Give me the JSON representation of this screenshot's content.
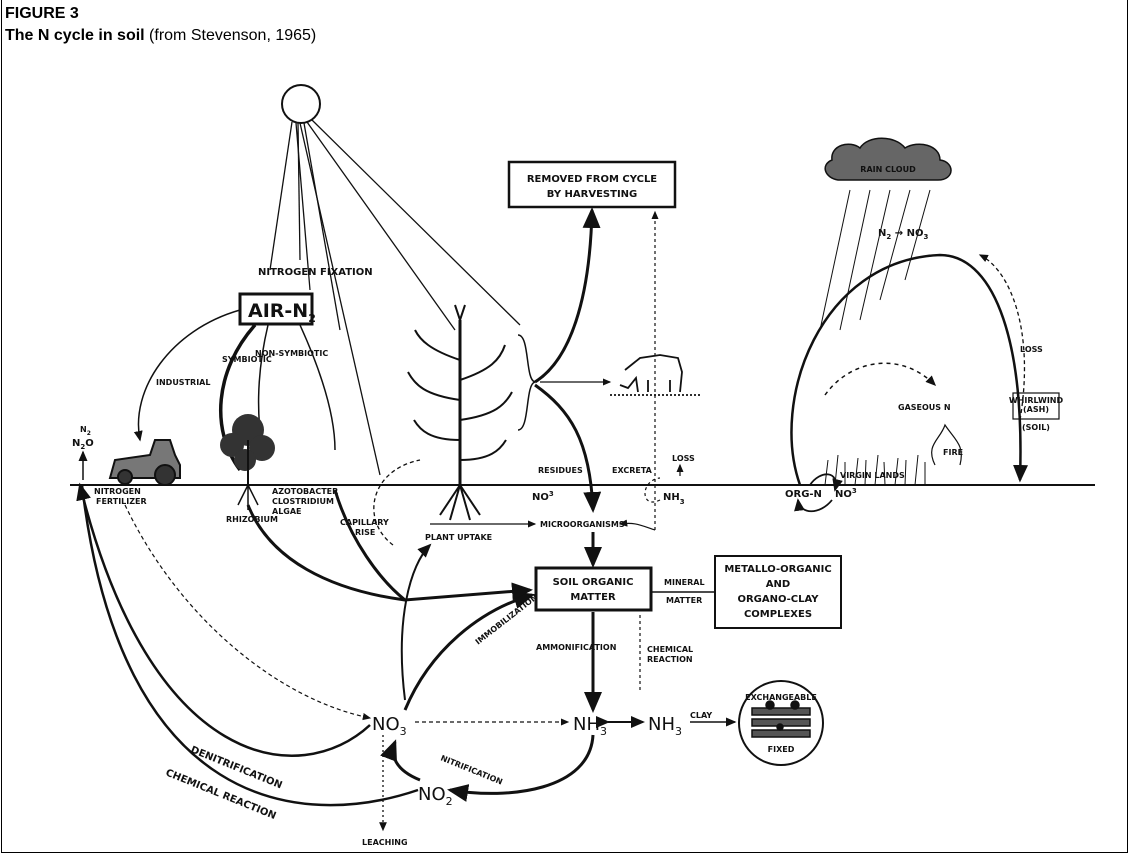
{
  "figure": {
    "label": "FIGURE 3",
    "title_bold": "The N cycle in soil",
    "title_rest": " (from Stevenson, 1965)"
  },
  "labels": {
    "nitrogen_fixation": "NITROGEN FIXATION",
    "air_n2": "AIR-N",
    "air_n2_sub": "2",
    "industrial": "INDUSTRIAL",
    "symbiotic": "SYMBIOTIC",
    "non_symbiotic": "NON-SYMBIOTIC",
    "n2": "N",
    "n2_sub": "2",
    "n2o": "N",
    "n2o_sub": "2",
    "n2o_tail": "O",
    "nitrogen_fertilizer_1": "NITROGEN",
    "nitrogen_fertilizer_2": "FERTILIZER",
    "rhizobium": "RHIZOBIUM",
    "azotobacter": "AZOTOBACTER",
    "clostridium": "CLOSTRIDIUM",
    "algae": "ALGAE",
    "capillary_1": "CAPILLARY",
    "capillary_2": "RISE",
    "plant_uptake": "PLANT UPTAKE",
    "removed_1": "REMOVED FROM CYCLE",
    "removed_2": "BY HARVESTING",
    "residues": "RESIDUES",
    "excreta": "EXCRETA",
    "loss": "LOSS",
    "no3_small": "NO",
    "no3_small_sub": "3",
    "nh3_small": "NH",
    "nh3_small_sub": "3",
    "microorganisms": "MICROORGANISMS",
    "soil_om_1": "SOIL ORGANIC",
    "soil_om_2": "MATTER",
    "mineral_1": "MINERAL",
    "mineral_2": "MATTER",
    "metallo_1": "METALLO-ORGANIC",
    "metallo_2": "AND",
    "metallo_3": "ORGANO-CLAY",
    "metallo_4": "COMPLEXES",
    "immobilization": "IMMOBILIZATION",
    "ammonification": "AMMONIFICATION",
    "chemical_reaction_1": "CHEMICAL",
    "chemical_reaction_2": "REACTION",
    "no3_big": "NO",
    "no3_big_sub": "3",
    "nh3_big": "NH",
    "nh3_big_sub": "3",
    "nh3_clay": "NH",
    "nh3_clay_sub": "3",
    "clay": "CLAY",
    "exchangeable": "EXCHANGEABLE",
    "fixed": "FIXED",
    "denitrification": "DENITRIFICATION",
    "chemical_reaction_long": "CHEMICAL REACTION",
    "nitrification": "NITRIFICATION",
    "no2_big": "NO",
    "no2_big_sub": "2",
    "leaching": "LEACHING",
    "rain_cloud": "RAIN CLOUD",
    "rain_eq_left": "N",
    "rain_eq_left_sub": "2",
    "rain_eq_right": "NO",
    "rain_eq_right_sub": "3",
    "loss_right": "LOSS",
    "gaseous_n": "GASEOUS N",
    "fire": "FIRE",
    "whirlwind_1": "WHIRLWIND",
    "whirlwind_2": "(ASH)",
    "whirlwind_3": "(SOIL)",
    "virgin_lands": "VIRGIN LANDS",
    "org_n": "ORG-N",
    "no3_right": "NO",
    "no3_right_sub": "3"
  },
  "colors": {
    "ink": "#111111",
    "paper": "#ffffff"
  }
}
